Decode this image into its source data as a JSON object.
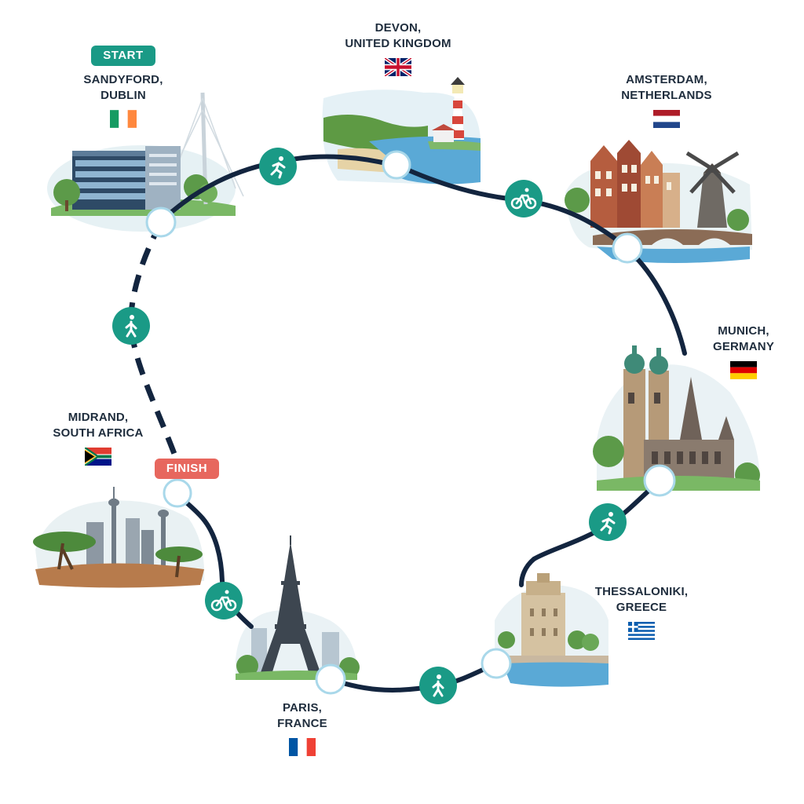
{
  "badges": {
    "start": "START",
    "finish": "FINISH"
  },
  "colors": {
    "route": "#13253f",
    "accent": "#1a9a86",
    "finish": "#e7675e",
    "water": "#5aa9d6",
    "grass": "#6fae58"
  },
  "locations": [
    {
      "id": "dublin",
      "line1": "SANDYFORD,",
      "line2": "DUBLIN",
      "flag": "ireland-flag"
    },
    {
      "id": "devon",
      "line1": "DEVON,",
      "line2": "UNITED KINGDOM",
      "flag": "uk-flag"
    },
    {
      "id": "amsterdam",
      "line1": "AMSTERDAM,",
      "line2": "NETHERLANDS",
      "flag": "netherlands-flag"
    },
    {
      "id": "munich",
      "line1": "MUNICH,",
      "line2": "GERMANY",
      "flag": "germany-flag"
    },
    {
      "id": "thessaloniki",
      "line1": "THESSALONIKI,",
      "line2": "GREECE",
      "flag": "greece-flag"
    },
    {
      "id": "paris",
      "line1": "PARIS,",
      "line2": "FRANCE",
      "flag": "france-flag"
    },
    {
      "id": "midrand",
      "line1": "MIDRAND,",
      "line2": "SOUTH AFRICA",
      "flag": "south-africa-flag"
    }
  ],
  "transport_icons": [
    "running-icon",
    "cycling-icon",
    "running-icon",
    "walking-icon",
    "cycling-icon",
    "walking-icon"
  ]
}
